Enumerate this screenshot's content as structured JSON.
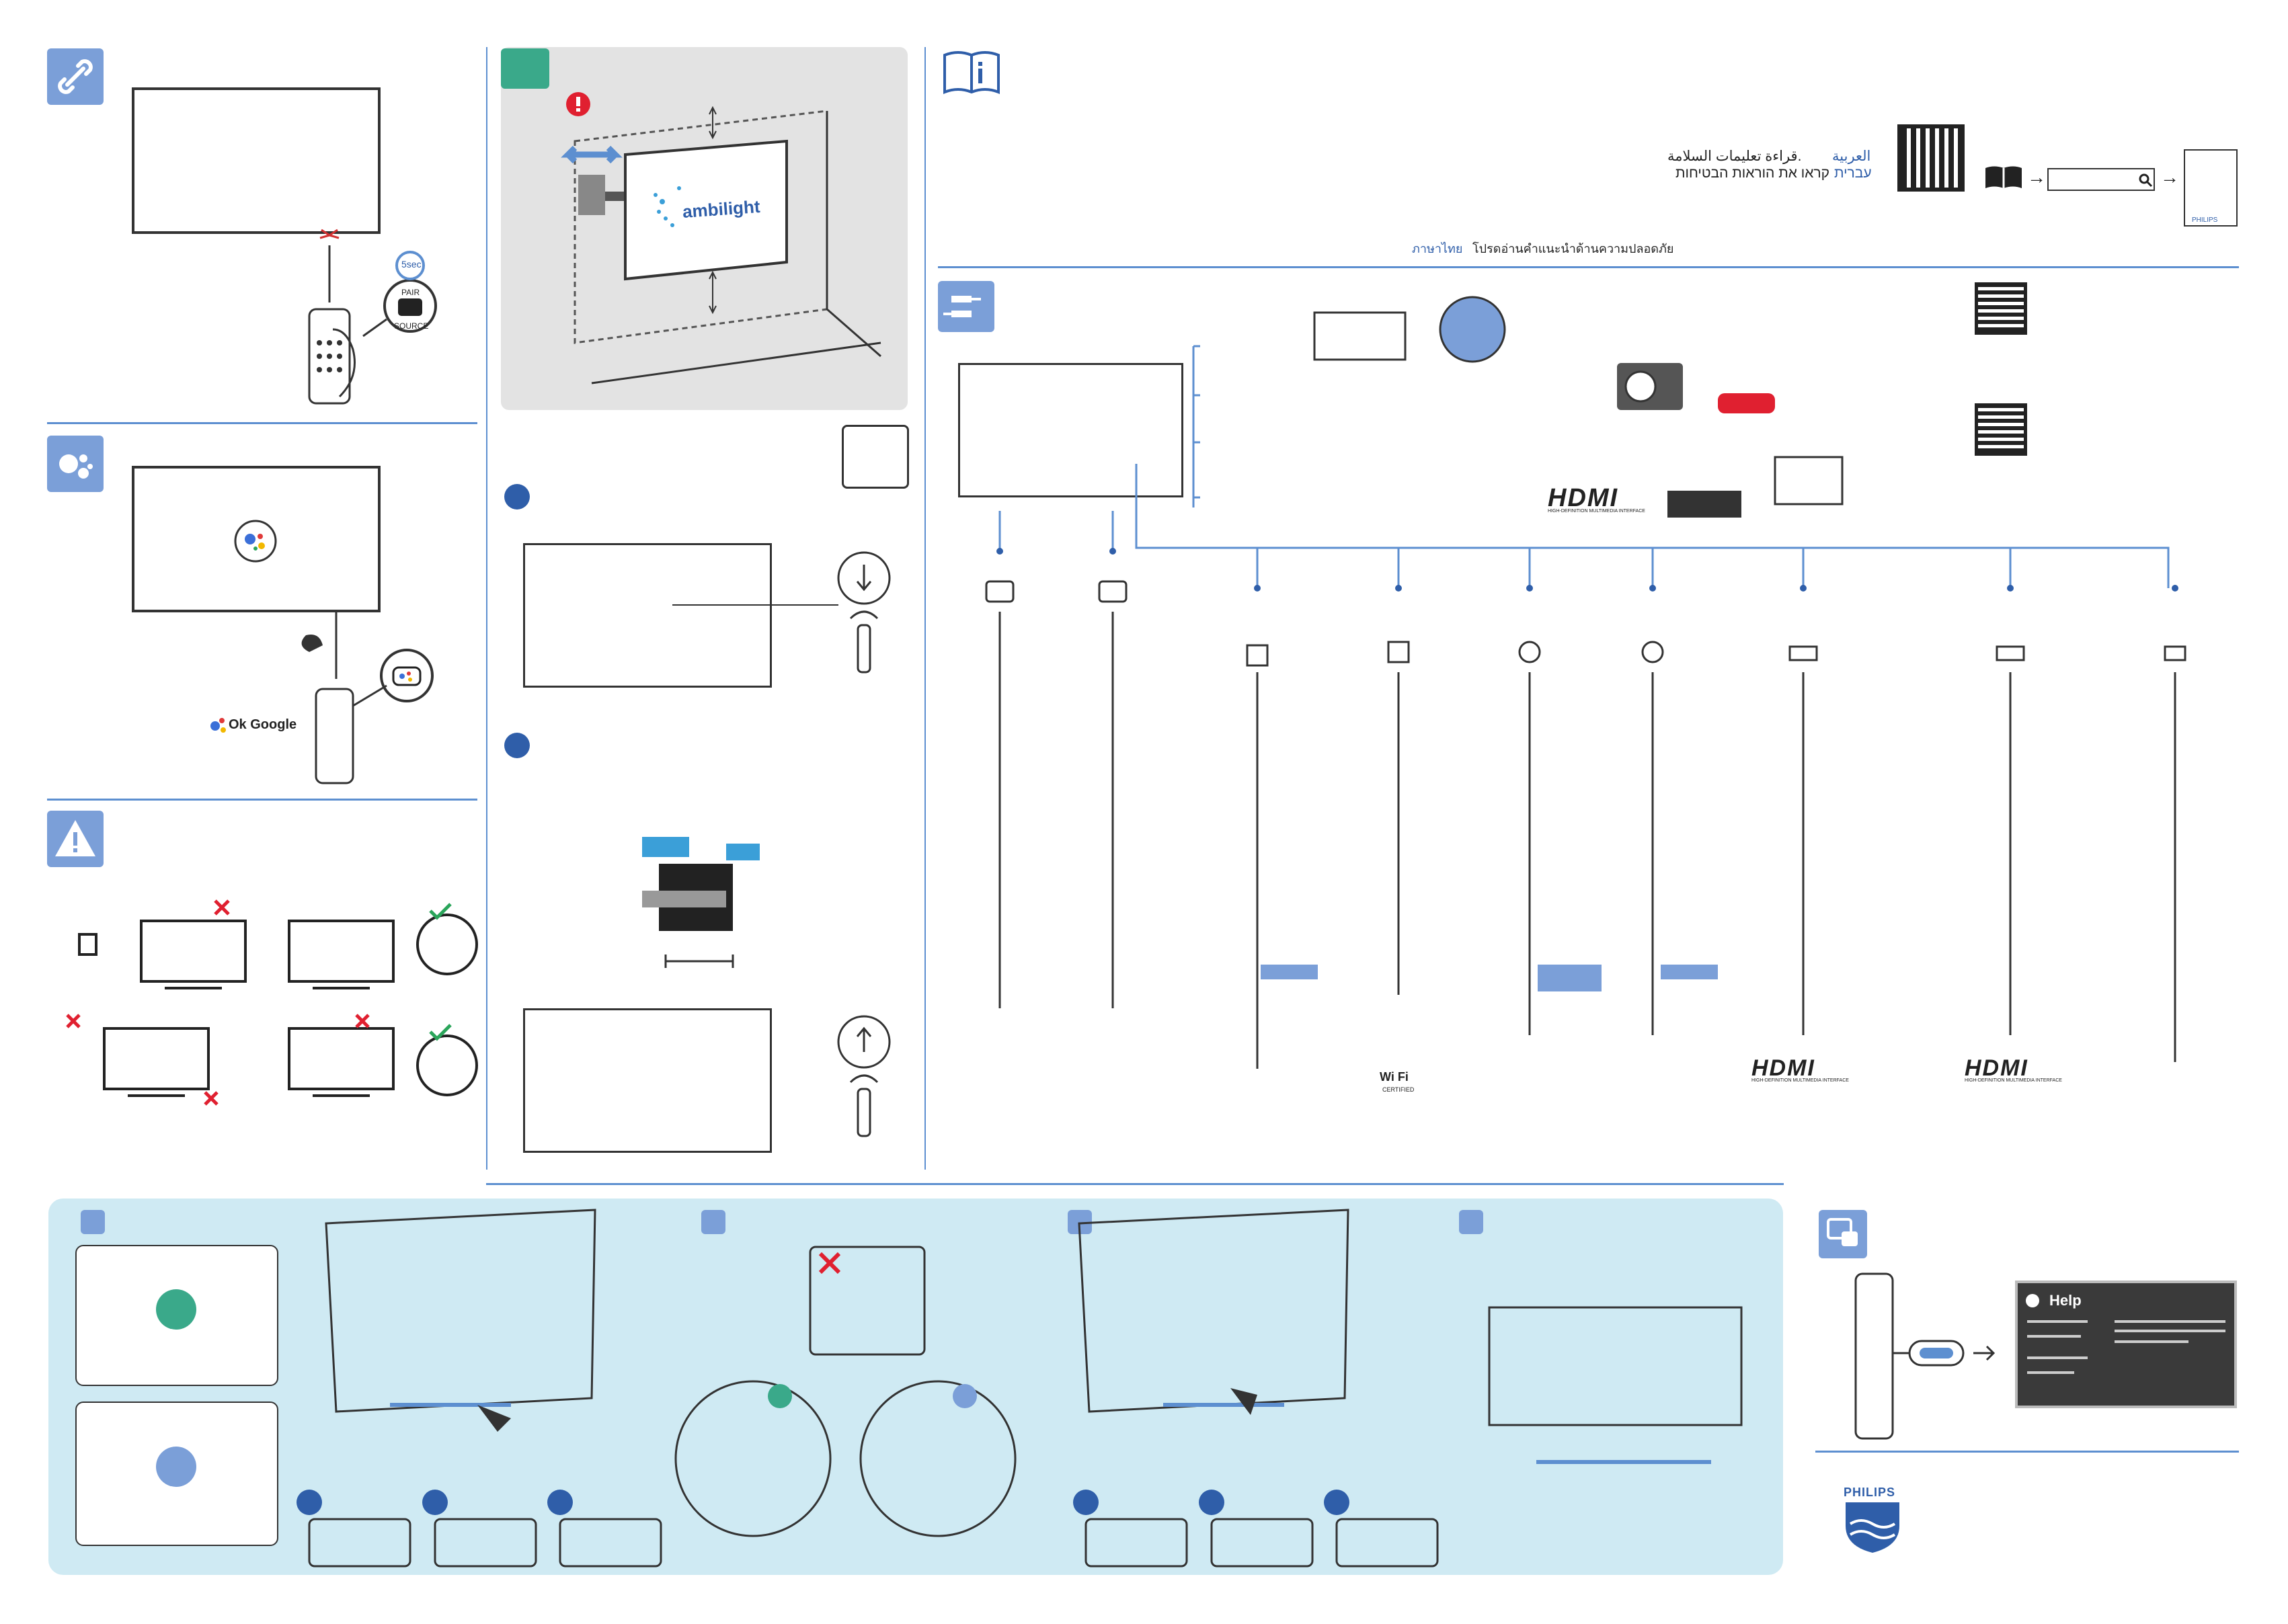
{
  "links": {
    "remote_keys": {
      "pair": "PAIR",
      "source": "SOURCE",
      "timer": "5sec"
    },
    "ok_google": "Ok Google"
  },
  "wall_mount": {
    "brand_logo": "ambilight"
  },
  "safety": {
    "langs": [
      {
        "lang": "العربية",
        "text": "قراءة تعليمات السلامة."
      },
      {
        "lang": "עברית",
        "text": "קראו את הוראות הבטיחות"
      },
      {
        "lang": "ภาษาไทย",
        "text": "โปรดอ่านคำแนะนำด้านความปลอดภัย"
      }
    ],
    "brand_small": "PHILIPS"
  },
  "connections": {
    "hdmi_logo": "HDMI",
    "hdmi_tagline": "HIGH-DEFINITION MULTIMEDIA INTERFACE",
    "wifi": "Wi Fi",
    "wifi_sub": "CERTIFIED"
  },
  "help": {
    "title": "Help"
  },
  "brand": {
    "name": "PHILIPS"
  },
  "colors": {
    "accent": "#5d8fd0",
    "badge": "#7b9fd8",
    "teal": "#3aa98a",
    "panel_bg": "#cfeaf3",
    "warning_red": "#e02030"
  }
}
